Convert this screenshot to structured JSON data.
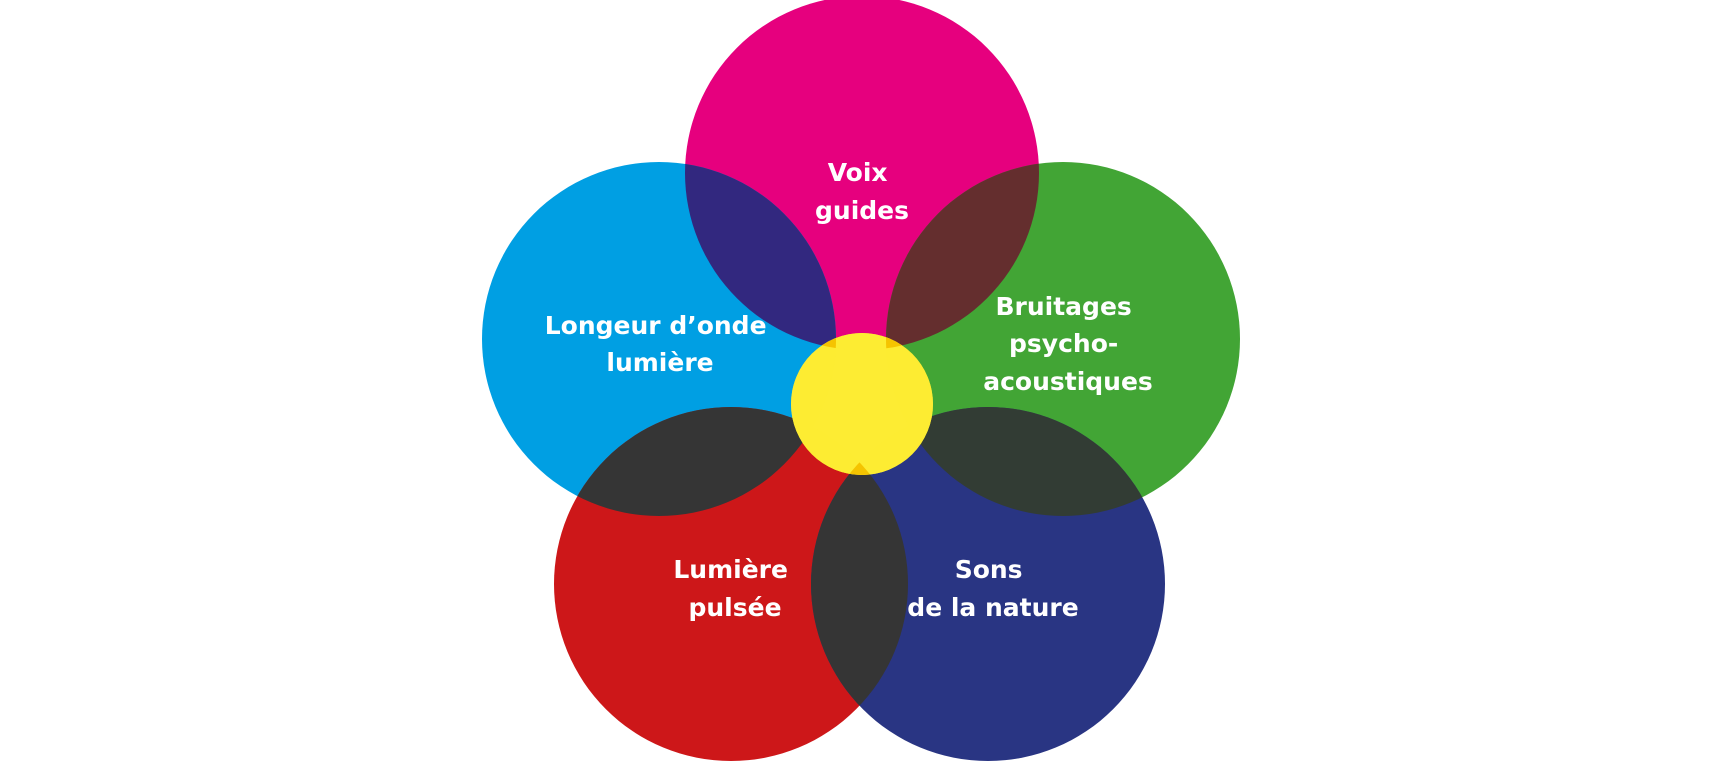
{
  "circles": [
    {
      "id": "voix",
      "lines": [
        "Voix",
        "guides"
      ],
      "color": "#e6007e"
    },
    {
      "id": "longeur",
      "lines": [
        "Longeur d’onde",
        "lumière"
      ],
      "color": "#009fe3"
    },
    {
      "id": "bruitages",
      "lines": [
        "Bruitages",
        "psycho-",
        "acoustiques"
      ],
      "color": "#42a535"
    },
    {
      "id": "lumiere",
      "lines": [
        "Lumière",
        "pulsée"
      ],
      "color": "#cd1719"
    },
    {
      "id": "sons",
      "lines": [
        "Sons",
        "de la nature"
      ],
      "color": "#293583"
    }
  ],
  "overlap_colors": {
    "voix_longeur": "#32287f",
    "voix_bruitages": "#642e2e",
    "longeur_lumiere": "#353535",
    "bruitages_sons": "#323c34",
    "lumiere_sons": "#353535"
  },
  "center": {
    "color": "#fdec33",
    "overlap_color": "#f5c400"
  }
}
